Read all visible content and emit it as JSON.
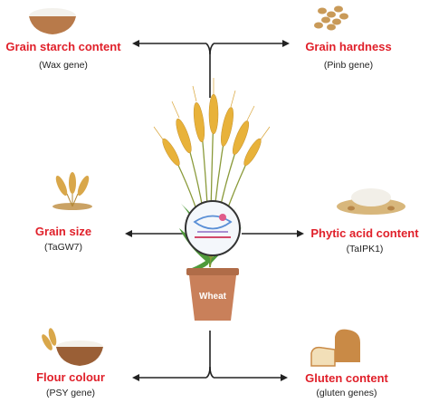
{
  "center": {
    "label": "Wheat"
  },
  "traits": [
    {
      "id": "grain-starch",
      "title": "Grain starch content",
      "gene": "(Wax gene)"
    },
    {
      "id": "grain-hardness",
      "title": "Grain hardness",
      "gene": "(Pinb gene)"
    },
    {
      "id": "grain-size",
      "title": "Grain size",
      "gene": "(TaGW7)"
    },
    {
      "id": "phytic-acid",
      "title": "Phytic acid  content",
      "gene": "(TaIPK1)"
    },
    {
      "id": "flour-colour",
      "title": "Flour colour",
      "gene": "(PSY gene)"
    },
    {
      "id": "gluten",
      "title": "Gluten content",
      "gene": "(gluten genes)"
    }
  ],
  "colors": {
    "title": "#e0202a",
    "arrow": "#222222",
    "wheat": "#e8b23a",
    "pot": "#c9805a"
  }
}
